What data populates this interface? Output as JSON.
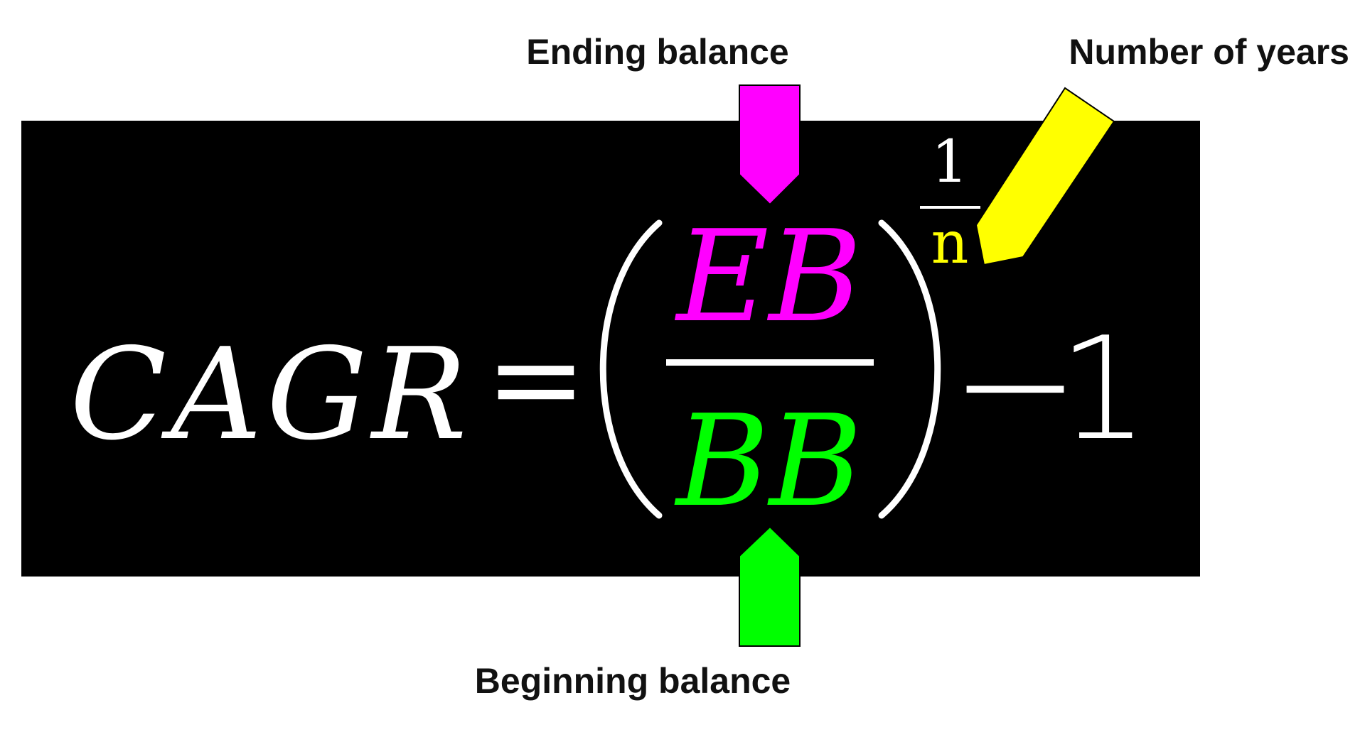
{
  "labels": {
    "ending_balance": "Ending balance",
    "number_of_years": "Number of years",
    "beginning_balance": "Beginning balance"
  },
  "formula": {
    "lhs": "CAGR",
    "equals": "=",
    "numerator": "EB",
    "denominator": "BB",
    "exponent_numerator": "1",
    "exponent_denominator": "n",
    "minus": "—",
    "one": "1"
  },
  "colors": {
    "background": "#000000",
    "formula_text": "#ffffff",
    "ending_balance": "#ff00ff",
    "beginning_balance": "#00ff00",
    "number_of_years": "#ffff00",
    "label_text": "#111111"
  },
  "arrows": [
    {
      "name": "ending-balance-arrow",
      "icon": "down-arrow",
      "color": "#ff00ff"
    },
    {
      "name": "beginning-balance-arrow",
      "icon": "up-arrow",
      "color": "#00ff00"
    },
    {
      "name": "number-of-years-arrow",
      "icon": "diagonal-arrow",
      "color": "#ffff00"
    }
  ]
}
